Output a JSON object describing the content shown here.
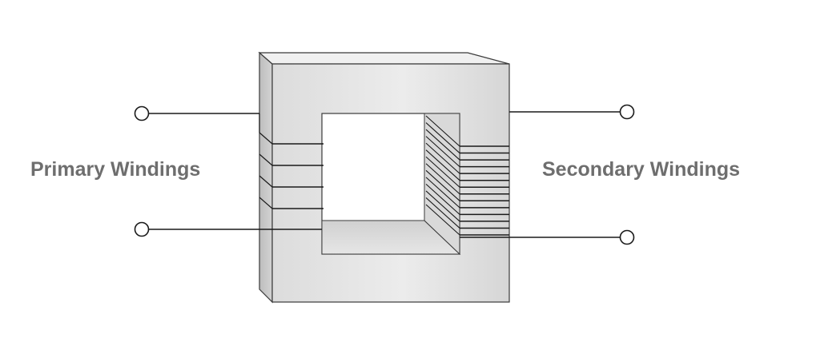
{
  "labels": {
    "primary": "Primary Windings",
    "secondary": "Secondary Windings"
  },
  "colors": {
    "label_text": "#6e6e6e",
    "wire": "#1a1a1a",
    "core_outline": "#3a3a3a",
    "core_front": "#e2e2e2",
    "core_top": "#f1f1f1",
    "core_side": "#c9c9c9",
    "window_fill": "#ffffff"
  },
  "icons": {
    "terminal": "terminal-circle-icon"
  },
  "windings": {
    "primary_turns": 4,
    "secondary_turns": 14
  }
}
